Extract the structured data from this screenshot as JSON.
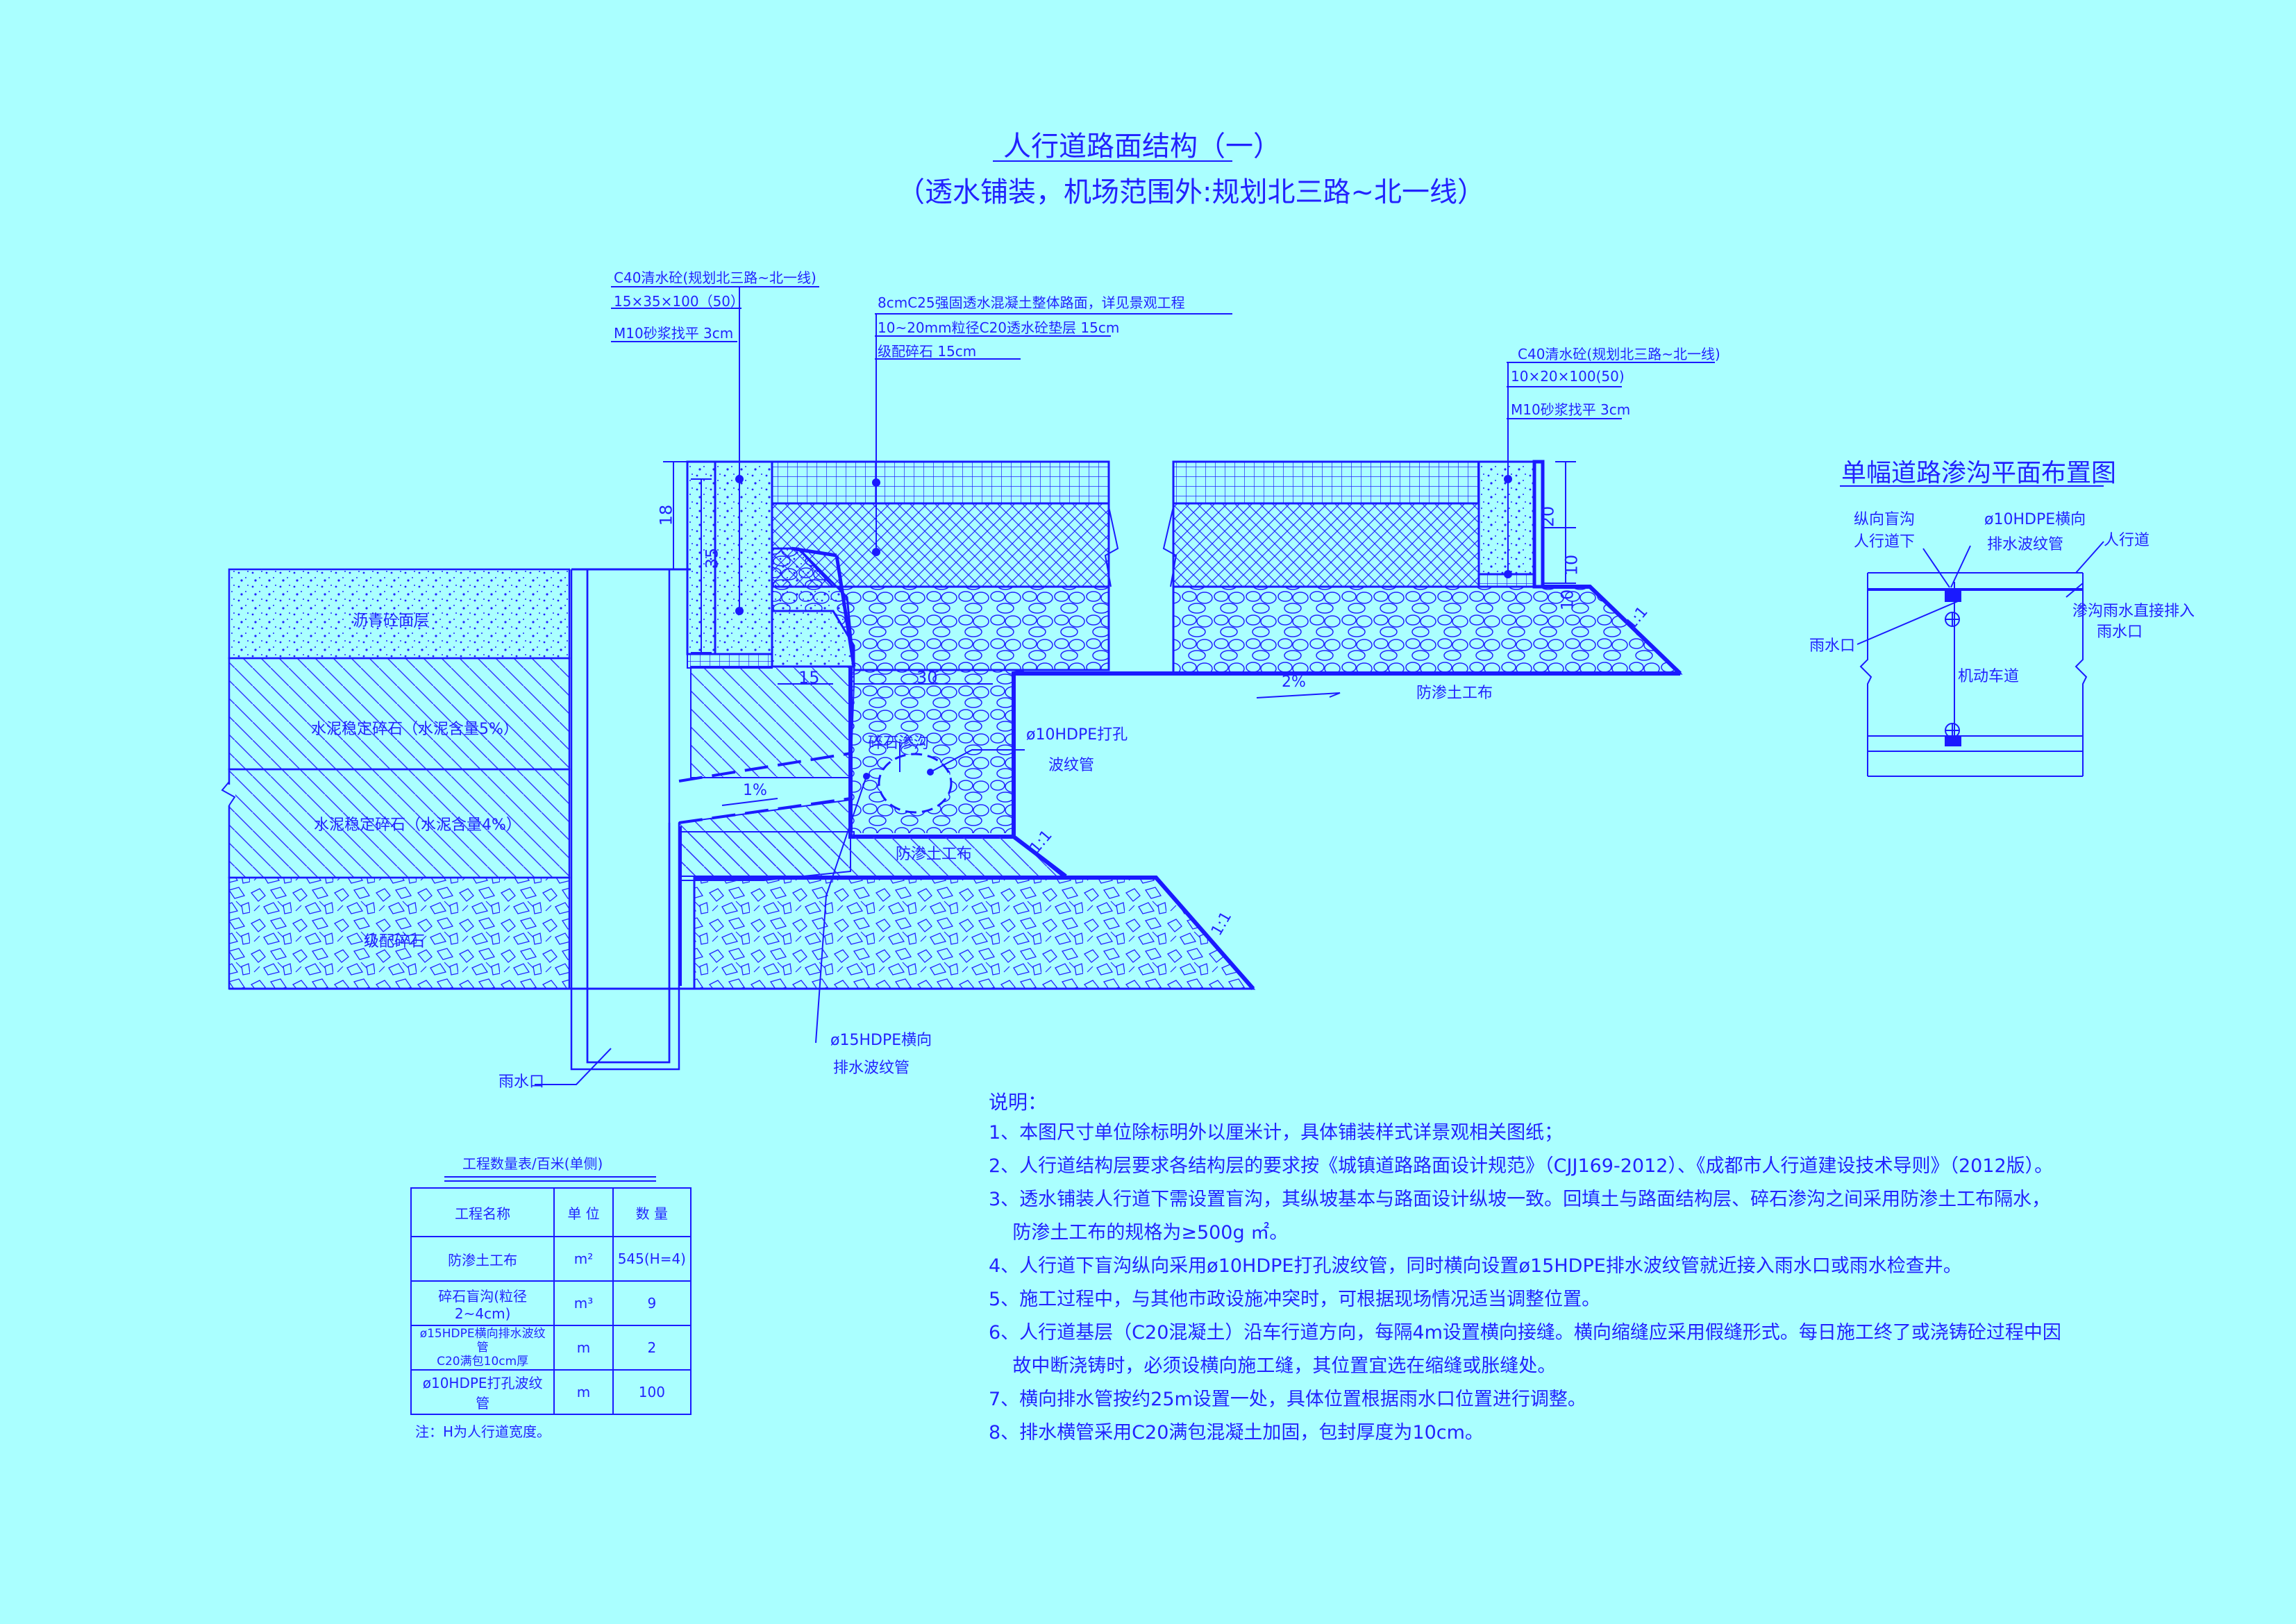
{
  "title": "人行道路面结构（一）",
  "subtitle": "（透水铺装，机场范围外:规划北三路~北一线）",
  "callouts": {
    "left_kerb": [
      "C40清水砼(规划北三路~北一线)",
      "15×35×100（50）",
      "M10砂浆找平 3cm"
    ],
    "pavement": [
      "8cmC25强固透水混凝土整体路面，详见景观工程",
      "10~20mm粒径C20透水砼垫层 15cm",
      "级配碎石 15cm"
    ],
    "right_kerb": [
      "C40清水砼(规划北三路~北一线)",
      "10×20×100(50)",
      "M10砂浆找平 3cm"
    ]
  },
  "layers": {
    "asphalt": "沥青砼面层",
    "cement5": "水泥稳定碎石（水泥含量5%）",
    "cement4": "水泥稳定碎石（水泥含量4%）",
    "graded": "级配碎石"
  },
  "section_labels": {
    "gravel_drain": "碎石渗沟",
    "pipe10": [
      "ø10HDPE打孔",
      "波纹管"
    ],
    "geotextile_bottom": "防渗土工布",
    "geotextile_right": "防渗土工布",
    "pipe15": [
      "ø15HDPE横向",
      "排水波纹管"
    ],
    "rain_inlet": "雨水口",
    "slope_2": "2%",
    "slope_1": "1%",
    "ratio_a": "1:1",
    "ratio_b": "1:1",
    "ratio_c": "1:1"
  },
  "dimensions": {
    "d18": "18",
    "d35": "35",
    "d15": "15",
    "d30": "30",
    "d20": "20",
    "d10a": "10",
    "d10b": "10"
  },
  "plan": {
    "title": "单幅道路渗沟平面布置图",
    "label_left": [
      "纵向盲沟",
      "人行道下"
    ],
    "label_mid": [
      "ø10HDPE横向",
      "排水波纹管"
    ],
    "label_right": "人行道",
    "label_right2": [
      "渗沟雨水直接排入",
      "雨水口"
    ],
    "label_inlet": "雨水口",
    "label_road": "机动车道"
  },
  "quantity_table": {
    "caption": "工程数量表/百米(单侧)",
    "headers": [
      "工程名称",
      "单 位",
      "数 量"
    ],
    "rows": [
      {
        "name": [
          "防渗土工布"
        ],
        "unit": "m²",
        "qty": "545(H=4)"
      },
      {
        "name": [
          "碎石盲沟(粒径2~4cm)"
        ],
        "unit": "m³",
        "qty": "9"
      },
      {
        "name": [
          "ø15HDPE横向排水波纹管",
          "C20满包10cm厚"
        ],
        "unit": "m",
        "qty": "2"
      },
      {
        "name": [
          "ø10HDPE打孔波纹管"
        ],
        "unit": "m",
        "qty": "100"
      }
    ],
    "note": "注：H为人行道宽度。"
  },
  "notes_title": "说明：",
  "notes": [
    "1、本图尺寸单位除标明外以厘米计，具体铺装样式详景观相关图纸；",
    "2、人行道结构层要求各结构层的要求按《城镇道路路面设计规范》（CJJ169-2012）、《成都市人行道建设技术导则》（2012版）。",
    "3、透水铺装人行道下需设置盲沟，其纵坡基本与路面设计纵坡一致。回填土与路面结构层、碎石渗沟之间采用防渗土工布隔水，",
    "    防渗土工布的规格为≥500g ㎡。",
    "4、人行道下盲沟纵向采用ø10HDPE打孔波纹管，同时横向设置ø15HDPE排水波纹管就近接入雨水口或雨水检查井。",
    "5、施工过程中，与其他市政设施冲突时，可根据现场情况适当调整位置。",
    "6、人行道基层（C20混凝土）沿车行道方向，每隔4m设置横向接缝。横向缩缝应采用假缝形式。每日施工终了或浇铸砼过程中因",
    "    故中断浇铸时，必须设横向施工缝，其位置宜选在缩缝或胀缝处。",
    "7、横向排水管按约25m设置一处，具体位置根据雨水口位置进行调整。",
    "8、排水横管采用C20满包混凝土加固，包封厚度为10cm。"
  ],
  "colors": {
    "background": "#aaffff",
    "line": "#1a1aff",
    "text": "#2222ff"
  }
}
